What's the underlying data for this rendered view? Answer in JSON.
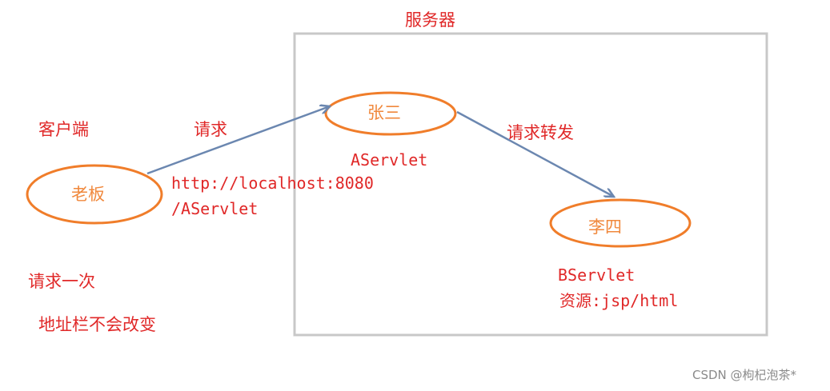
{
  "server": {
    "title": "服务器"
  },
  "client": {
    "label": "客户端"
  },
  "nodes": {
    "boss": "老板",
    "zhangsan": "张三",
    "lisi": "李四"
  },
  "arrows": {
    "request": "请求",
    "forward": "请求转发"
  },
  "texts": {
    "url_line1": "http://localhost:8080",
    "url_line2": "/AServlet",
    "aservlet": "AServlet",
    "bservlet": "BServlet",
    "resources": "资源:jsp/html",
    "note1": "请求一次",
    "note2": "地址栏不会改变"
  },
  "watermark": "CSDN @枸杞泡茶*",
  "colors": {
    "label_red": "#e02828",
    "node_orange": "#f07d2a",
    "arrow_blue": "#6b87b0",
    "box_gray": "#c8c8c8"
  }
}
